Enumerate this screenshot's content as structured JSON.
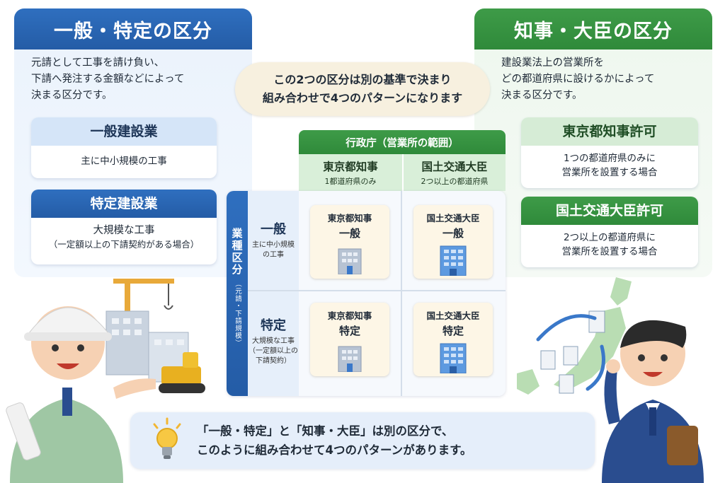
{
  "left": {
    "title": "一般・特定の区分",
    "desc_lines": [
      "元請として工事を請け負い、",
      "下請へ発注する金額などによって",
      "決まる区分です。"
    ],
    "card1": {
      "title": "一般建設業",
      "body": "主に中小規模の工事"
    },
    "card2": {
      "title": "特定建設業",
      "body_lines": [
        "大規模な工事",
        "（一定額以上の下請契約がある場合）"
      ]
    }
  },
  "right": {
    "title": "知事・大臣の区分",
    "desc_lines": [
      "建設業法上の営業所を",
      "どの都道府県に設けるかによって",
      "決まる区分です。"
    ],
    "card1": {
      "title": "東京都知事許可",
      "body_lines": [
        "1つの都道府県のみに",
        "営業所を設置する場合"
      ]
    },
    "card2": {
      "title": "国土交通大臣許可",
      "body_lines": [
        "2つ以上の都道府県に",
        "営業所を設置する場合"
      ]
    }
  },
  "center_note": {
    "lines": [
      "この2つの区分は別の基準で決まり",
      "組み合わせで4つのパターンになります"
    ]
  },
  "matrix": {
    "col_group": "行政庁（営業所の範囲）",
    "cols": [
      {
        "title": "東京都知事",
        "sub": "1都道府県のみ"
      },
      {
        "title": "国土交通大臣",
        "sub": "2つ以上の都道府県"
      }
    ],
    "row_group": "業種区分",
    "row_group_sub": "（元請・下請規模）",
    "rows": [
      {
        "title": "一般",
        "sub_lines": [
          "主に中小規模",
          "の工事"
        ]
      },
      {
        "title": "特定",
        "sub_lines": [
          "大規模な工事",
          "（一定額以上の",
          "下請契約）"
        ]
      }
    ],
    "cells": [
      {
        "line1": "東京都知事",
        "line2": "一般"
      },
      {
        "line1": "国土交通大臣",
        "line2": "一般"
      },
      {
        "line1": "東京都知事",
        "line2": "特定"
      },
      {
        "line1": "国土交通大臣",
        "line2": "特定"
      }
    ]
  },
  "bottom_note": {
    "lines": [
      "「一般・特定」と「知事・大臣」は別の区分で、",
      "このように組み合わせて4つのパターンがあります。"
    ]
  },
  "colors": {
    "blue": "#2f6fbf",
    "green": "#3e9b48",
    "cream": "#fdf6e6"
  }
}
